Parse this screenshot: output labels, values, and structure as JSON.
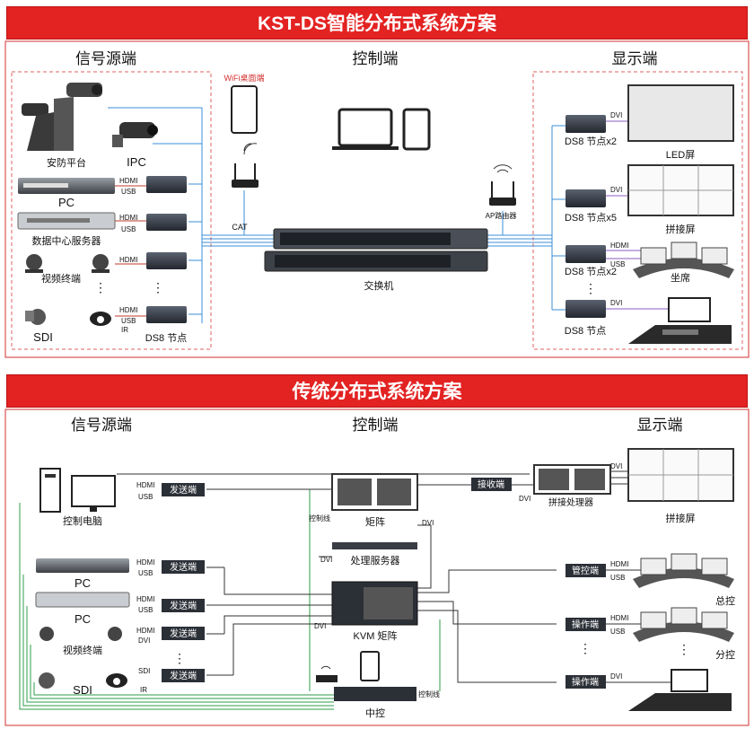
{
  "top": {
    "banner": "KST-DS智能分布式系统方案",
    "section_source": "信号源端",
    "section_control": "控制端",
    "section_display": "显示端",
    "wifi_label": "WiFi桌面端",
    "cat_label": "CAT",
    "ap_label": "AP路由器",
    "switch_label": "交换机",
    "sources": {
      "security": "安防平台",
      "ipc": "IPC",
      "pc": "PC",
      "datacenter": "数据中心服务器",
      "video_terminal": "视频终端",
      "sdi": "SDI",
      "ds8_node": "DS8 节点"
    },
    "wires": {
      "hdmi": "HDMI",
      "usb": "USB",
      "ir": "IR",
      "dvi": "DVI"
    },
    "vdots": "⋮",
    "displays": {
      "ds8_x2": "DS8 节点x2",
      "ds8_x5": "DS8 节点x5",
      "ds8": "DS8 节点",
      "led": "LED屏",
      "splice": "拼接屏",
      "seat": "坐席"
    }
  },
  "bottom": {
    "banner": "传统分布式系统方案",
    "section_source": "信号源端",
    "section_control": "控制端",
    "section_display": "显示端",
    "control_pc": "控制电脑",
    "pc": "PC",
    "video_terminal": "视频终端",
    "sdi": "SDI",
    "sender": "发送端",
    "receiver": "接收端",
    "splice_processor": "拼接处理器",
    "splice_screen": "拼接屏",
    "matrix": "矩阵",
    "control_line": "控制线",
    "processing_server": "处理服务器",
    "kvm_matrix": "KVM 矩阵",
    "central_control": "中控",
    "mgmt_end": "管控端",
    "operator_end": "操作端",
    "main_control": "总控",
    "sub_control": "分控",
    "wires": {
      "hdmi": "HDMI",
      "usb": "USB",
      "dvi": "DVI",
      "sdi": "SDI",
      "ir": "IR"
    },
    "vdots": "⋮"
  }
}
